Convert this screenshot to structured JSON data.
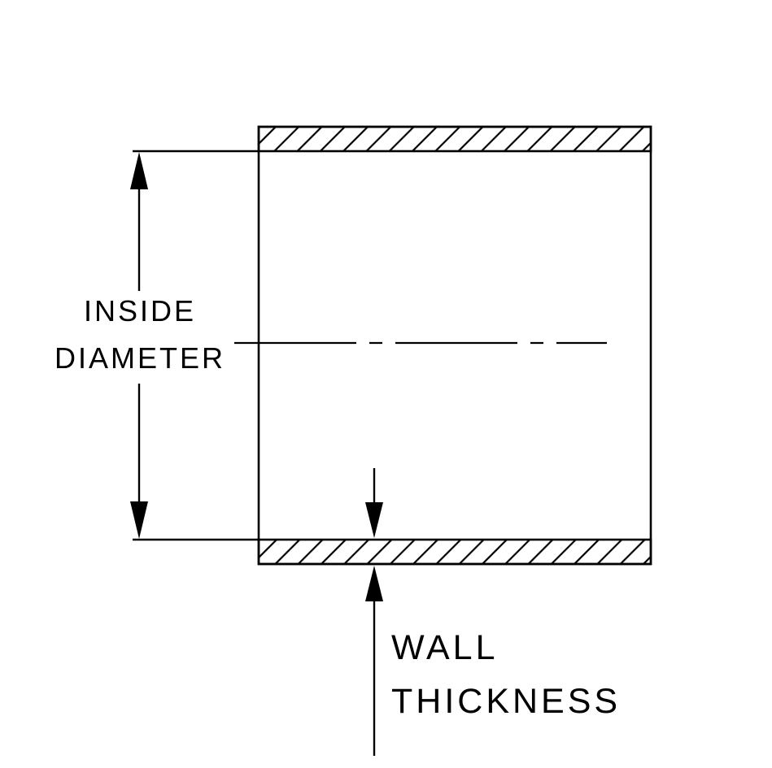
{
  "colors": {
    "line": "#000000",
    "background": "#ffffff"
  },
  "labels": {
    "inside_diameter": {
      "line1": "INSIDE",
      "line2": "DIAMETER"
    },
    "wall_thickness": {
      "line1": "WALL",
      "line2": "THICKNESS"
    }
  }
}
